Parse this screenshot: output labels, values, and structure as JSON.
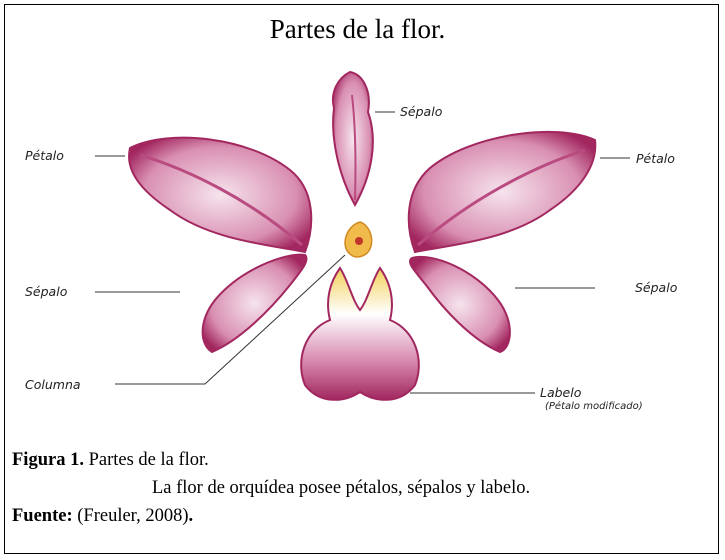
{
  "figure": {
    "title": "Partes de la flor.",
    "labels": {
      "sepalo_top": "Sépalo",
      "petalo_left": "Pétalo",
      "petalo_right": "Pétalo",
      "sepalo_left": "Sépalo",
      "sepalo_right": "Sépalo",
      "columna": "Columna",
      "labelo": "Labelo",
      "labelo_note": "(Pétalo modificado)"
    },
    "colors": {
      "petal": "#b0306e",
      "petal_light": "#f3dbe7",
      "column": "#e8a23a"
    }
  },
  "caption": {
    "figura_label": "Figura  1.",
    "figura_text": " Partes de la flor.",
    "description": "La flor de orquídea posee pétalos, sépalos  y labelo.",
    "fuente_label": "Fuente:",
    "fuente_text": " (Freuler, 2008)",
    "fuente_end": "."
  }
}
